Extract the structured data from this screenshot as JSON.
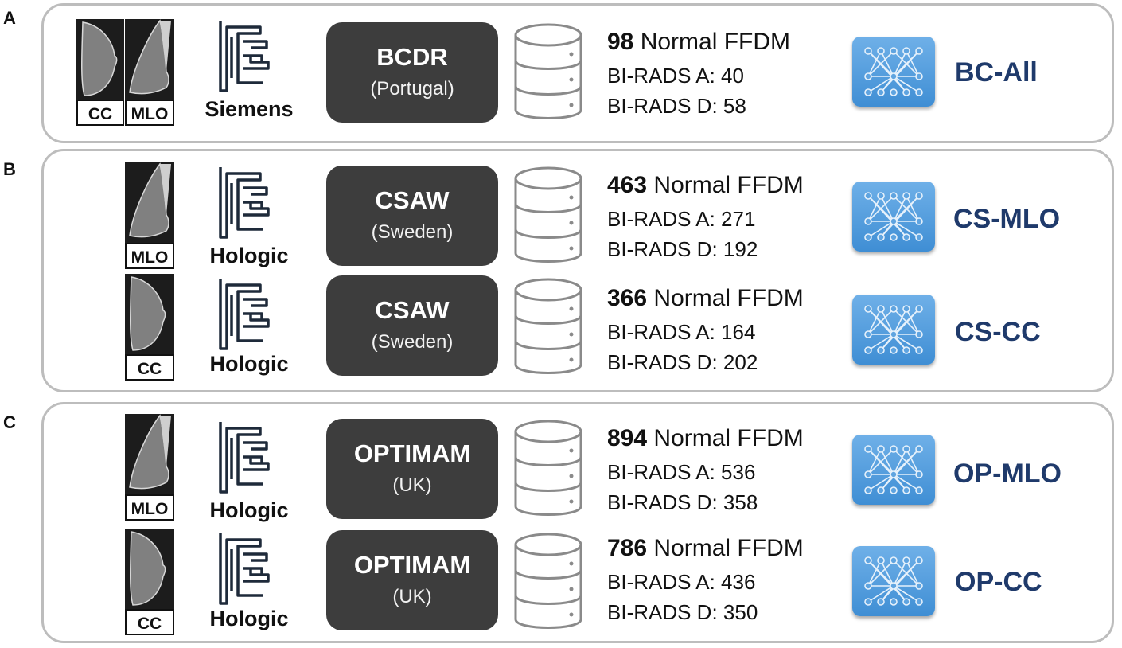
{
  "panels": [
    {
      "label": "A"
    },
    {
      "label": "B"
    },
    {
      "label": "C"
    }
  ],
  "rows": [
    {
      "views": [
        "CC",
        "MLO"
      ],
      "vendor": "Siemens",
      "database": "BCDR",
      "country": "(Portugal)",
      "count": "98",
      "count_suffix": " Normal FFDM",
      "birads_a": "BI-RADS A: 40",
      "birads_d": "BI-RADS D: 58",
      "model": "BC-All"
    },
    {
      "views": [
        "MLO"
      ],
      "vendor": "Hologic",
      "database": "CSAW",
      "country": "(Sweden)",
      "count": "463",
      "count_suffix": " Normal FFDM",
      "birads_a": "BI-RADS A: 271",
      "birads_d": "BI-RADS D: 192",
      "model": "CS-MLO"
    },
    {
      "views": [
        "CC"
      ],
      "vendor": "Hologic",
      "database": "CSAW",
      "country": "(Sweden)",
      "count": "366",
      "count_suffix": " Normal FFDM",
      "birads_a": "BI-RADS A: 164",
      "birads_d": "BI-RADS D: 202",
      "model": "CS-CC"
    },
    {
      "views": [
        "MLO"
      ],
      "vendor": "Hologic",
      "database": "OPTIMAM",
      "country": "(UK)",
      "count": "894",
      "count_suffix": " Normal FFDM",
      "birads_a": "BI-RADS A: 536",
      "birads_d": "BI-RADS D: 358",
      "model": "OP-MLO"
    },
    {
      "views": [
        "CC"
      ],
      "vendor": "Hologic",
      "database": "OPTIMAM",
      "country": "(UK)",
      "count": "786",
      "count_suffix": " Normal FFDM",
      "birads_a": "BI-RADS A: 436",
      "birads_d": "BI-RADS D: 350",
      "model": "OP-CC"
    }
  ],
  "colors": {
    "model_text": "#1f3a6b",
    "db_box": "#3d3d3d",
    "nn_icon": "#4a96d8"
  },
  "icons": [
    "mammogram-cc-icon",
    "mammogram-mlo-icon",
    "mammography-machine-icon",
    "database-cylinder-icon",
    "neural-network-icon"
  ]
}
